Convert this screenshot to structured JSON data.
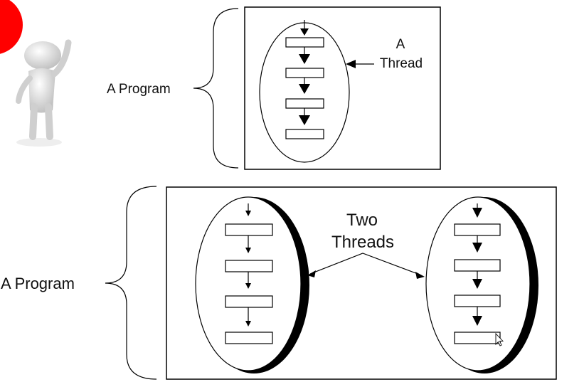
{
  "diagram1": {
    "program_label": "A Program",
    "thread_label_line1": "A",
    "thread_label_line2": "Thread",
    "step_count": 4
  },
  "diagram2": {
    "program_label": "A Program",
    "threads_label_line1": "Two",
    "threads_label_line2": "Threads",
    "thread_count": 2,
    "step_count": 4
  },
  "decoration": {
    "figure_icon": "3d-person-figure-icon",
    "accent_color": "#ff0000"
  },
  "colors": {
    "line": "#000000",
    "shadow": "#000000",
    "figure": "#d9d9d9"
  }
}
